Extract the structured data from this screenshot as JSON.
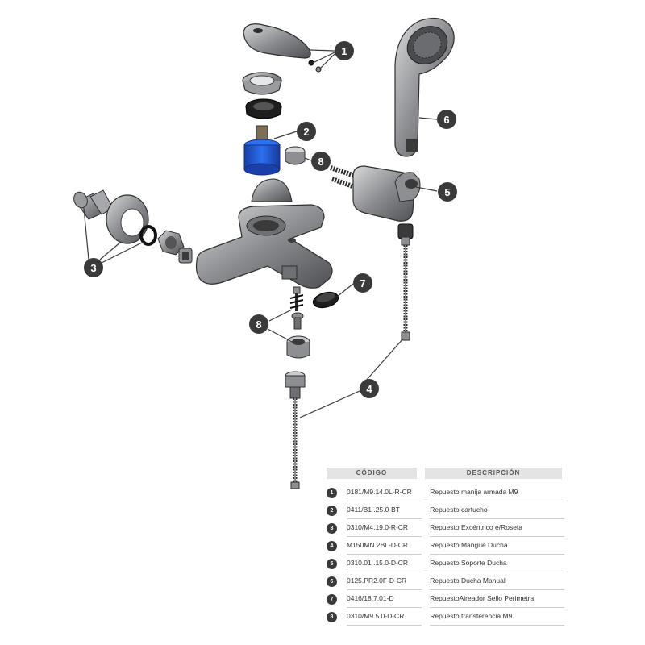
{
  "callouts": [
    {
      "number": "1"
    },
    {
      "number": "2"
    },
    {
      "number": "3"
    },
    {
      "number": "4"
    },
    {
      "number": "5"
    },
    {
      "number": "6"
    },
    {
      "number": "7"
    },
    {
      "number": "8"
    }
  ],
  "table": {
    "header_code": "CÓDIGO",
    "header_desc": "DESCRIPCIÓN",
    "rows": [
      {
        "num": "1",
        "code": "0181/M9.14.0L-R-CR",
        "desc": "Repuesto manija armada M9"
      },
      {
        "num": "2",
        "code": "0411/B1 .25.0-BT",
        "desc": "Repuesto cartucho"
      },
      {
        "num": "3",
        "code": "0310/M4.19.0-R-CR",
        "desc": "Repuesto Excéntrico e/Roseta"
      },
      {
        "num": "4",
        "code": "M150MN.2BL-D-CR",
        "desc": "Repuesto Mangue Ducha"
      },
      {
        "num": "5",
        "code": "0310.01 .15.0-D-CR",
        "desc": "Repuesto Soporte Ducha"
      },
      {
        "num": "6",
        "code": "0125.PR2.0F-D-CR",
        "desc": "Repuesto Ducha Manual"
      },
      {
        "num": "7",
        "code": "0416/18.7.01-D",
        "desc": "RepuestoAireador Sello Perimetra"
      },
      {
        "num": "8",
        "code": "0310/M9.5.0-D-CR",
        "desc": "Repuesto transferencia M9"
      }
    ]
  },
  "colors": {
    "callout": "#3a3a3a",
    "cartridge": "#1f5fd1",
    "chrome": "#8d8f92"
  }
}
